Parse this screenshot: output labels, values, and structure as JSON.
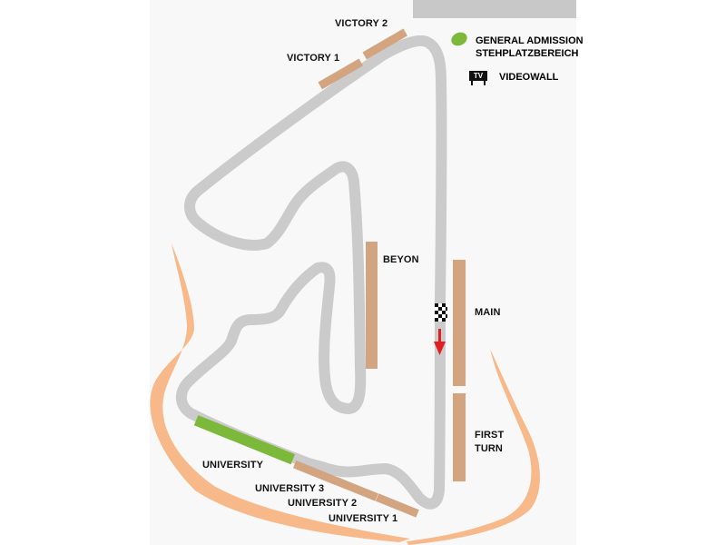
{
  "colors": {
    "track": "#cbcbcb",
    "grandstand": "#d2a47f",
    "general_admission": "#7cb83a",
    "spectator_area": "#f8b98a",
    "direction_arrow": "#e02020",
    "background_panel": "#f8f8f8",
    "top_bar": "#c8c8c8"
  },
  "legend": {
    "general_admission_line1": "GENERAL ADMISSION",
    "general_admission_line2": "STEHPLATZBEREICH",
    "videowall_icon": "TV",
    "videowall": "VIDEOWALL"
  },
  "grandstands": {
    "victory_2": "VICTORY 2",
    "victory_1": "VICTORY 1",
    "beyon": "BEYON",
    "main": "MAIN",
    "first_turn_line1": "FIRST",
    "first_turn_line2": "TURN",
    "university": "UNIVERSITY",
    "university_3": "UNIVERSITY 3",
    "university_2": "UNIVERSITY 2",
    "university_1": "UNIVERSITY 1"
  },
  "icons": {
    "finish_line": "checkered-flag",
    "race_direction": "arrow-down"
  }
}
